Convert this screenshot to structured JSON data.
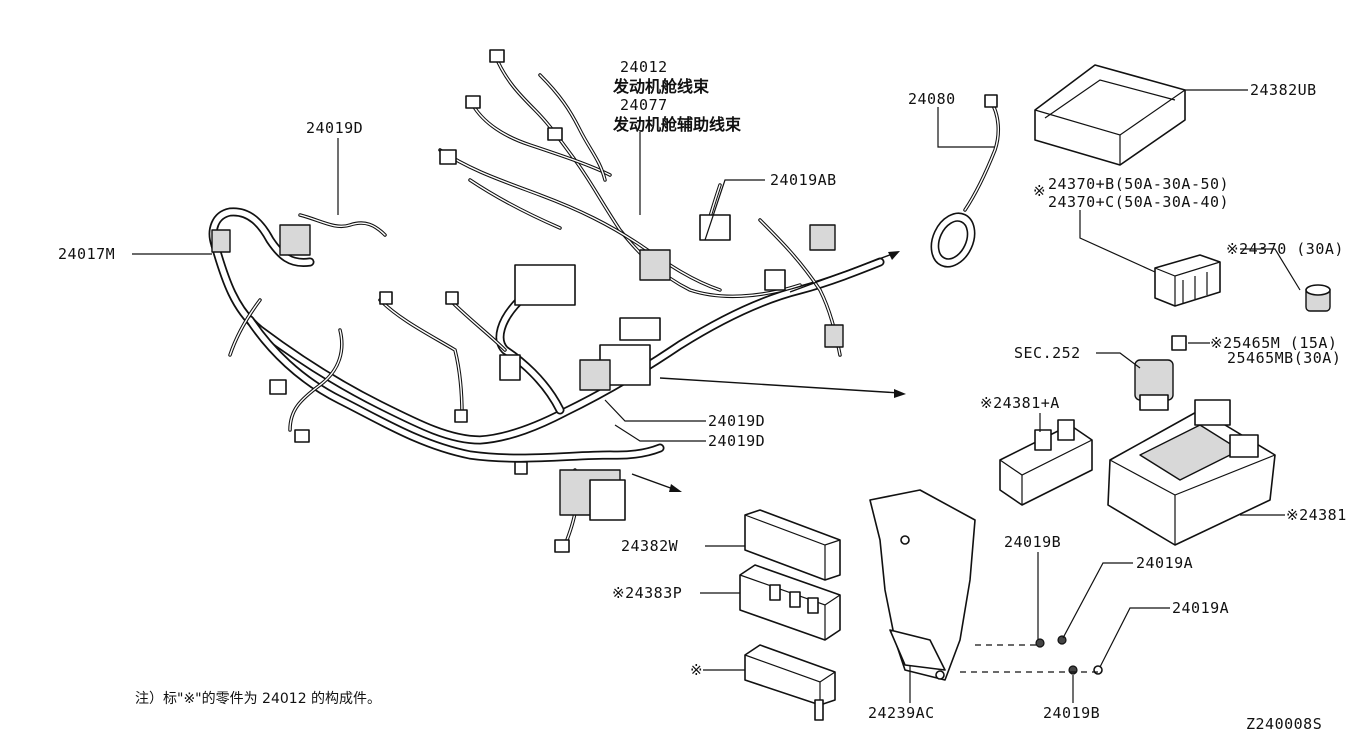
{
  "labels": {
    "l24012": "24012",
    "l24012_cn": "发动机舱线束",
    "l24077": "24077",
    "l24077_cn": "发动机舱辅助线束",
    "l24019D_top": "24019D",
    "l24017M": "24017M",
    "l24019AB": "24019AB",
    "l24019D_a": "24019D",
    "l24019D_b": "24019D",
    "l24080": "24080",
    "l24382UB": "24382UB",
    "l24370B": "24370+B(50A-30A-50)",
    "l24370C": "24370+C(50A-30A-40)",
    "l24370": "※24370 (30A)",
    "l25465M": "※25465M (15A)",
    "l25465MB": "25465MB(30A)",
    "lSEC252": "SEC.252",
    "l24381A": "※24381+A",
    "l24381": "※24381",
    "l24019B_top": "24019B",
    "l24019A_1": "24019A",
    "l24019A_2": "24019A",
    "l24019B_bot": "24019B",
    "l24239AC": "24239AC",
    "l24382W": "24382W",
    "l24383P": "※24383P",
    "lstar": "※",
    "lstar_mark": "※",
    "note": "注）标\"※\"的零件为 24012 的构成件。",
    "diagram_code": "Z240008S"
  }
}
